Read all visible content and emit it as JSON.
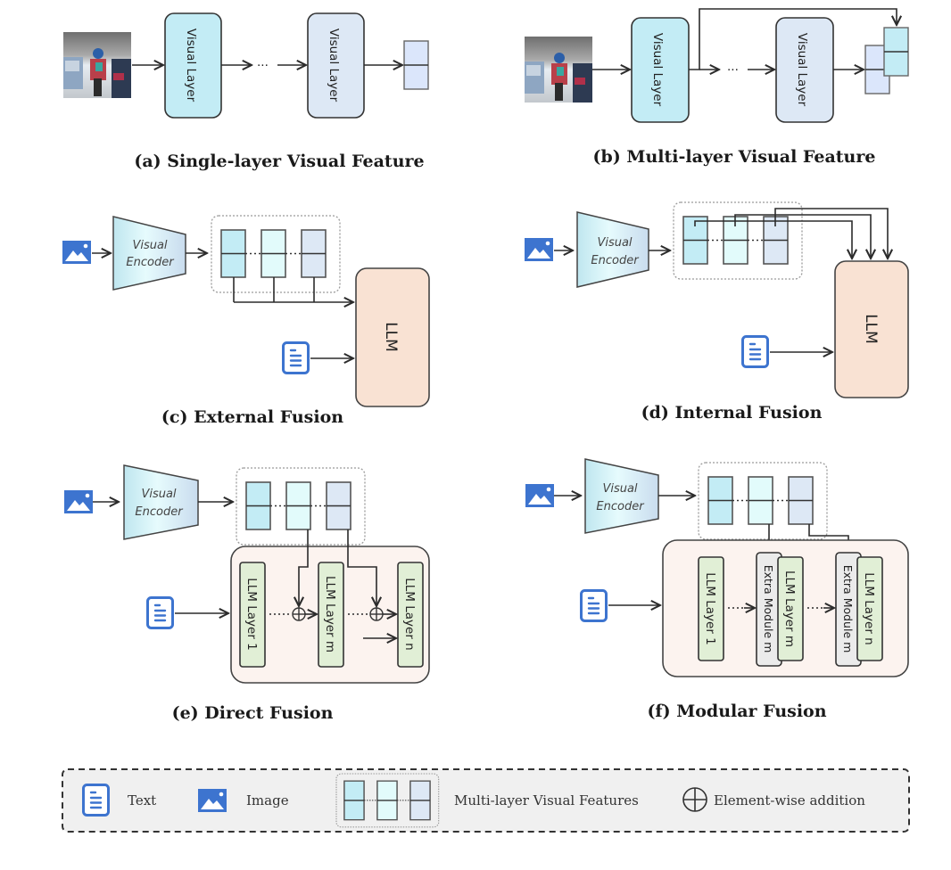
{
  "panels": {
    "a": {
      "caption": "(a) Single-layer Visual Feature",
      "layer1_label": "Visual Layer",
      "layer2_label": "Visual Layer",
      "ellipsis": "···"
    },
    "b": {
      "caption": "(b) Multi-layer Visual Feature",
      "layer1_label": "Visual Layer",
      "layer2_label": "Visual Layer",
      "ellipsis": "···"
    },
    "c": {
      "caption": "(c) External Fusion",
      "encoder_line1": "Visual",
      "encoder_line2": "Encoder",
      "llm_label": "LLM"
    },
    "d": {
      "caption": "(d) Internal Fusion",
      "encoder_line1": "Visual",
      "encoder_line2": "Encoder",
      "llm_label": "LLM"
    },
    "e": {
      "caption": "(e) Direct Fusion",
      "encoder_line1": "Visual",
      "encoder_line2": "Encoder",
      "layer1_label": "LLM Layer 1",
      "layerm_label": "LLM Layer m",
      "layern_label": "LLM Layer n"
    },
    "f": {
      "caption": "(f) Modular Fusion",
      "encoder_line1": "Visual",
      "encoder_line2": "Encoder",
      "layer1_label": "LLM Layer 1",
      "layerm_label": "LLM Layer m",
      "layern_label": "LLM Layer n",
      "extra_m_label": "Extra Module m",
      "extra_n_label": "Extra Module m"
    }
  },
  "legend": {
    "text_label": "Text",
    "image_label": "Image",
    "features_label": "Multi-layer Visual Features",
    "addition_label": "Element-wise addition"
  },
  "colors": {
    "cyan_layer": "#c3ecf5",
    "lightcyan_layer": "#e2fbfb",
    "lavender_layer": "#dde8f5",
    "feature_single": "#dbe6fb",
    "llm_fill": "#f9e2d3",
    "llm_container": "#fcf3ef",
    "llm_layer": "#e1efd6",
    "extra_module": "#ebebeb",
    "icon_blue": "#3d74cf",
    "legend_bg": "#f0f0f0"
  }
}
